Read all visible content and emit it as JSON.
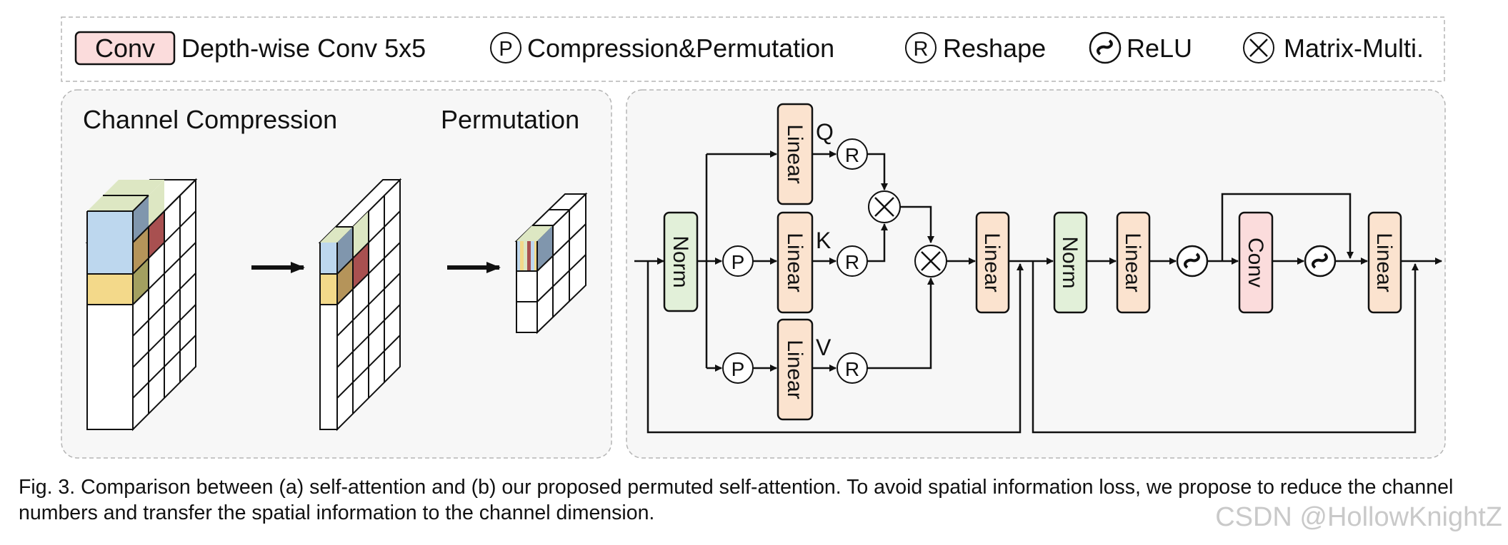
{
  "legend": {
    "conv_box": "Conv",
    "conv_desc": "Depth-wise Conv 5x5",
    "perm_symbol": "P",
    "perm_desc": "Compression&Permutation",
    "reshape_symbol": "R",
    "reshape_desc": "Reshape",
    "relu_desc": "ReLU",
    "matmul_desc": "Matrix-Multi."
  },
  "left_panel": {
    "title_compression": "Channel Compression",
    "title_permutation": "Permutation"
  },
  "right_panel": {
    "norm1": "Norm",
    "linear_q": "Linear",
    "linear_k": "Linear",
    "linear_v": "Linear",
    "label_q": "Q",
    "label_k": "K",
    "label_v": "V",
    "p1": "P",
    "p2": "P",
    "r_q": "R",
    "r_k": "R",
    "r_v": "R",
    "linear_out": "Linear",
    "norm2": "Norm",
    "linear_ffn1": "Linear",
    "conv": "Conv",
    "linear_ffn2": "Linear"
  },
  "colors": {
    "conv_fill": "#fbdcdc",
    "linear_fill": "#fbe3cf",
    "norm_fill": "#e2f0d9",
    "panel_bg": "#f7f7f7",
    "cube_blue": "#bdd7ee",
    "cube_yellow": "#f3d98a",
    "cube_green": "#dde7c3",
    "cube_red": "#a85050",
    "cube_slate": "#8096ad"
  },
  "caption": "Fig. 3. Comparison between (a) self-attention and (b) our proposed permuted self-attention. To avoid spatial information loss, we propose to reduce the channel numbers and transfer the spatial information to the channel dimension.",
  "watermark": "CSDN @HollowKnightZ"
}
